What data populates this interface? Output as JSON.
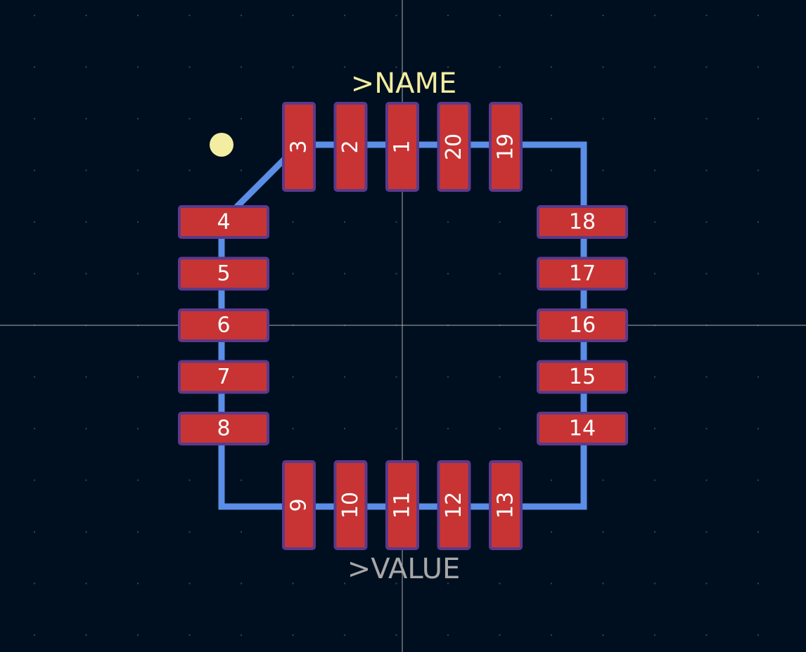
{
  "labels": {
    "name": ">NAME",
    "value": ">VALUE"
  },
  "colors": {
    "background": "#000f1f",
    "grid_dot": "#3a4654",
    "crosshair": "#c8c8c8",
    "pad_fill": "#c83434",
    "pad_outline": "#5a3a8c",
    "outline": "#5b8ee6",
    "name_text": "#f2eda0",
    "value_text": "#a8a8a8",
    "pin1_marker": "#f2eda0"
  },
  "icons": {
    "pin1_marker": "pin1-dot-icon"
  },
  "pads": {
    "top": [
      "3",
      "2",
      "1",
      "20",
      "19"
    ],
    "right": [
      "18",
      "17",
      "16",
      "15",
      "14"
    ],
    "bottom": [
      "9",
      "10",
      "11",
      "12",
      "13"
    ],
    "left": [
      "4",
      "5",
      "6",
      "7",
      "8"
    ]
  }
}
